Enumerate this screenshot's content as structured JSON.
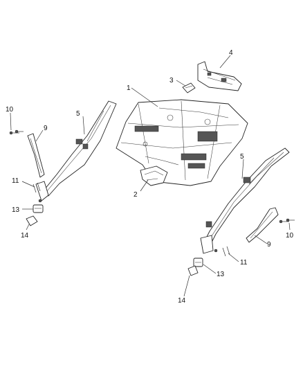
{
  "callouts": [
    {
      "id": "1",
      "label": "1"
    },
    {
      "id": "2",
      "label": "2"
    },
    {
      "id": "3",
      "label": "3"
    },
    {
      "id": "4",
      "label": "4"
    },
    {
      "id": "5a",
      "label": "5"
    },
    {
      "id": "5b",
      "label": "5"
    },
    {
      "id": "9a",
      "label": "9"
    },
    {
      "id": "9b",
      "label": "9"
    },
    {
      "id": "10a",
      "label": "10"
    },
    {
      "id": "10b",
      "label": "10"
    },
    {
      "id": "11a",
      "label": "11"
    },
    {
      "id": "11b",
      "label": "11"
    },
    {
      "id": "13a",
      "label": "13"
    },
    {
      "id": "13b",
      "label": "13"
    },
    {
      "id": "14a",
      "label": "14"
    },
    {
      "id": "14b",
      "label": "14"
    }
  ]
}
